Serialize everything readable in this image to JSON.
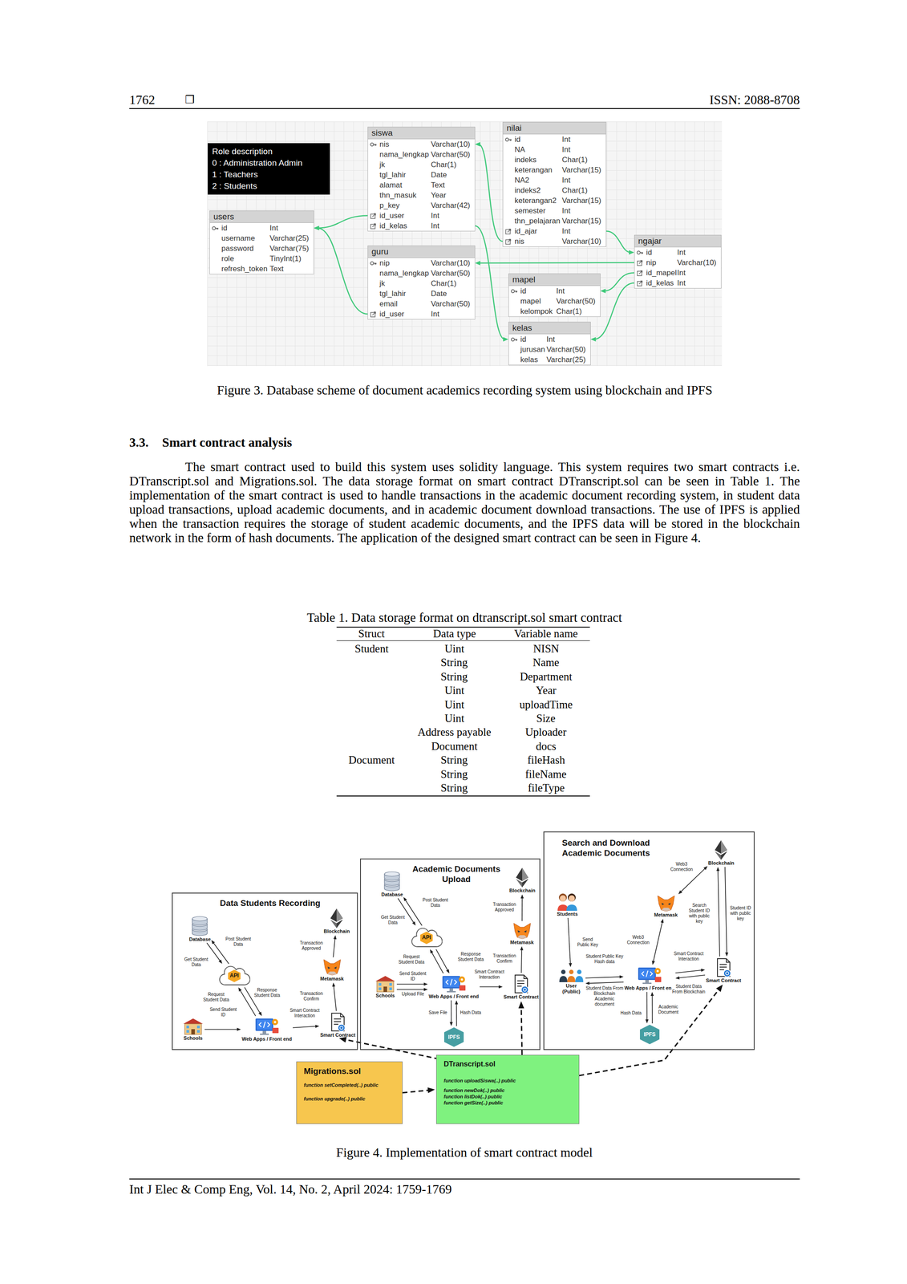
{
  "diagram": {
    "nodes": [
      {
        "text": [
          "Role description",
          "0 : Administration Admin",
          "1 : Teachers",
          "2 : Students"
        ]
      },
      {
        "text": [
          "siswa",
          "nis",
          "Varchar(10)",
          "nama_lengkap",
          "Varchar(50)",
          "jk",
          "Char(1)",
          "tgl_lahir",
          "Date",
          "alamat",
          "Text",
          "thn_masuk",
          "Year",
          "p_key",
          "Varchar(42)",
          "id_user",
          "Int",
          "id_kelas",
          "Int"
        ]
      },
      {
        "text": [
          "nilai",
          "id",
          "Int",
          "NA",
          "Int",
          "indeks",
          "Char(1)",
          "keterangan",
          "Varchar(15)",
          "NA2",
          "Int",
          "indeks2",
          "Char(1)",
          "keterangan2",
          "Varchar(15)",
          "semester",
          "Int",
          "thn_pelajaran",
          "Varchar(15)",
          "id_ajar",
          "Int",
          "nis",
          "Varchar(10)"
        ]
      },
      {
        "text": [
          "users",
          "id",
          "Int",
          "username",
          "Varchar(25)",
          "password",
          "Varchar(75)",
          "role",
          "TinyInt(1)",
          "refresh_token",
          "Text"
        ]
      },
      {
        "text": [
          "guru",
          "nip",
          "Varchar(10)",
          "nama_lengkap",
          "Varchar(50)",
          "jk",
          "Char(1)",
          "tgl_lahir",
          "Date",
          "email",
          "Varchar(50)",
          "id_user",
          "Int"
        ]
      },
      {
        "text": [
          "ngajar",
          "id",
          "Int",
          "nip",
          "Varchar(10)",
          "id_mapel",
          "Int",
          "id_kelas",
          "Int"
        ]
      },
      {
        "text": [
          "mapel",
          "id",
          "Int",
          "mapel",
          "Varchar(50)",
          "kelompok",
          "Char(1)"
        ]
      },
      {
        "text": [
          "kelas",
          "id",
          "Int",
          "jurusan",
          "Varchar(50)",
          "kelas",
          "Varchar(25)"
        ]
      },
      {
        "text": [
          "Data Students Recording"
        ]
      },
      {
        "text": [
          "Database"
        ],
        "in": 8
      },
      {
        "text": [
          "API"
        ],
        "in": 8
      },
      {
        "text": [
          "Web Apps / Front end"
        ],
        "in": 8
      },
      {
        "text": [
          "Schools"
        ],
        "in": 8
      },
      {
        "text": [
          "Smart Contract"
        ],
        "in": 8
      },
      {
        "text": [
          "Metamask"
        ],
        "in": 8
      },
      {
        "text": [
          "Blockchain"
        ],
        "in": 8
      },
      {
        "text": [
          "Academic Documents Upload"
        ]
      },
      {
        "text": [
          "Database"
        ],
        "in": 16
      },
      {
        "text": [
          "API"
        ],
        "in": 16
      },
      {
        "text": [
          "Blockchain"
        ],
        "in": 16
      },
      {
        "text": [
          "Metamask"
        ],
        "in": 16
      },
      {
        "text": [
          "Schools"
        ],
        "in": 16
      },
      {
        "text": [
          "Web Apps / Front end"
        ],
        "in": 16
      },
      {
        "text": [
          "Smart Contract"
        ],
        "in": 16
      },
      {
        "text": [
          "IPFS"
        ],
        "in": 16
      },
      {
        "text": [
          "Search and Download Academic Documents"
        ]
      },
      {
        "text": [
          "Blockchain"
        ],
        "in": 25
      },
      {
        "text": [
          "Metamask"
        ],
        "in": 25
      },
      {
        "text": [
          "Students"
        ],
        "in": 25
      },
      {
        "text": [
          "User (Public)"
        ],
        "in": 25
      },
      {
        "text": [
          "Web Apps / Front end"
        ],
        "in": 25
      },
      {
        "text": [
          "Smart Contract"
        ],
        "in": 25
      },
      {
        "text": [
          "IPFS"
        ],
        "in": 25
      },
      {
        "text": [
          "Migrations.sol",
          "function setCompleted(..) public",
          "function upgrade(..) public"
        ]
      },
      {
        "text": [
          "DTranscript.sol",
          "function uploadSiswa(..) public",
          "function newDok(..) public",
          "function listDok(..) public",
          "function getSize(..) public"
        ]
      }
    ],
    "edges": [
      {
        "from": 1,
        "to": 3,
        "arrow": "to"
      },
      {
        "from": 4,
        "to": 3,
        "arrow": "to"
      },
      {
        "from": 2,
        "to": 1,
        "arrow": "to"
      },
      {
        "from": 2,
        "to": 5,
        "arrow": "to"
      },
      {
        "from": 5,
        "to": 4,
        "arrow": "to"
      },
      {
        "from": 5,
        "to": 6,
        "arrow": "to"
      },
      {
        "from": 5,
        "to": 7,
        "arrow": "to"
      },
      {
        "from": 1,
        "to": 7,
        "arrow": "to"
      },
      {
        "from": 10,
        "to": 9,
        "label": "Post Student Data",
        "arrow": "to"
      },
      {
        "from": 9,
        "to": 10,
        "label": "Get Student Data",
        "arrow": "to"
      },
      {
        "from": 10,
        "to": 11,
        "label": "Response Student Data",
        "arrow": "to"
      },
      {
        "from": 11,
        "to": 10,
        "label": "Request Student Data",
        "arrow": "to"
      },
      {
        "from": 12,
        "to": 11,
        "label": "Send Student ID",
        "arrow": "to"
      },
      {
        "from": 11,
        "to": 13,
        "label": "Smart Contract Interaction",
        "arrow": "to"
      },
      {
        "from": 13,
        "to": 14,
        "label": "Transaction Confirm",
        "arrow": "to"
      },
      {
        "from": 14,
        "to": 15,
        "label": "Transaction Approved",
        "arrow": "to"
      },
      {
        "from": 18,
        "to": 17,
        "label": "Post Student Data",
        "arrow": "to"
      },
      {
        "from": 17,
        "to": 18,
        "label": "Get Student Data",
        "arrow": "to"
      },
      {
        "from": 18,
        "to": 22,
        "label": "Response Student Data",
        "arrow": "to"
      },
      {
        "from": 22,
        "to": 18,
        "label": "Request Student Data",
        "arrow": "to"
      },
      {
        "from": 21,
        "to": 22,
        "label": "Send Student ID",
        "arrow": "to"
      },
      {
        "from": 21,
        "to": 22,
        "label": "Upload File",
        "arrow": "to"
      },
      {
        "from": 22,
        "to": 23,
        "label": "Smart Contract Interaction",
        "arrow": "to"
      },
      {
        "from": 23,
        "to": 20,
        "label": "Transaction Confirm",
        "arrow": "to"
      },
      {
        "from": 20,
        "to": 19,
        "label": "Transaction Approved",
        "arrow": "to"
      },
      {
        "from": 22,
        "to": 24,
        "label": "Save File",
        "arrow": "to"
      },
      {
        "from": 24,
        "to": 22,
        "label": "Hash Data",
        "arrow": "to"
      },
      {
        "from": 30,
        "to": 27,
        "label": "Web3 Connection",
        "arrow": "both"
      },
      {
        "from": 27,
        "to": 26,
        "label": "Web3 Connection",
        "arrow": "both"
      },
      {
        "from": 31,
        "to": 26,
        "label": "Search Student ID with public key",
        "arrow": "to"
      },
      {
        "from": 26,
        "to": 31,
        "label": "Student ID with public key",
        "arrow": "to"
      },
      {
        "from": 28,
        "to": 29,
        "label": "Send Public Key",
        "arrow": "to"
      },
      {
        "from": 29,
        "to": 30,
        "label": "Student Public Key Hash data",
        "arrow": "to"
      },
      {
        "from": 30,
        "to": 29,
        "label": "Student Data From Blockchain Academic document",
        "arrow": "to"
      },
      {
        "from": 30,
        "to": 31,
        "label": "Smart Contract Interaction",
        "arrow": "to"
      },
      {
        "from": 31,
        "to": 30,
        "label": "Student Data From Blockchain",
        "arrow": "to"
      },
      {
        "from": 30,
        "to": 32,
        "label": "Hash Data",
        "arrow": "to"
      },
      {
        "from": 32,
        "to": 30,
        "label": "Academic Document",
        "arrow": "to"
      },
      {
        "from": 34,
        "to": 13,
        "arrow": "to"
      },
      {
        "from": 34,
        "to": 23,
        "arrow": "to"
      },
      {
        "from": 34,
        "to": 31,
        "arrow": "to"
      },
      {
        "from": 33,
        "to": 34,
        "arrow": "to"
      }
    ],
    "labels": [
      "1762",
      "❒",
      "ISSN: 2088-8708",
      "Figure 3. Database scheme of document academics recording system using blockchain and IPFS",
      "3.3.",
      "Smart contract analysis",
      "The smart contract used to build this system uses solidity language. This system requires two smart contracts i.e. DTranscript.sol and Migrations.sol. The data storage format on smart contract DTranscript.sol can be seen in Table 1. The implementation of the smart contract is used to handle transactions in the academic document recording system, in student data upload transactions, upload academic documents, and in academic document download transactions. The use of IPFS is applied when the transaction requires the storage of student academic documents, and the IPFS data will be stored in the blockchain network in the form of hash documents. The application of the designed smart contract can be seen in Figure 4.",
      "Table 1. Data storage format on dtranscript.sol smart contract",
      "Struct",
      "Data type",
      "Variable name",
      "Student",
      "Uint",
      "NISN",
      "String",
      "Name",
      "String",
      "Department",
      "Uint",
      "Year",
      "Uint",
      "uploadTime",
      "Uint",
      "Size",
      "Address payable",
      "Uploader",
      "Document",
      "docs",
      "Document",
      "String",
      "fileHash",
      "String",
      "fileName",
      "String",
      "fileType",
      "Figure 4. Implementation of smart contract model",
      "Int J Elec & Comp Eng, Vol. 14, No. 2, April 2024: 1759-1769"
    ]
  }
}
